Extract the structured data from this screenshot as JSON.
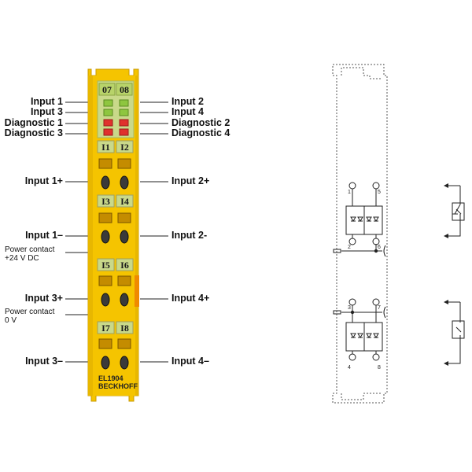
{
  "terminal": {
    "model": "EL1904",
    "brand": "BECKHOFF",
    "badges": {
      "top": [
        "07",
        "08"
      ],
      "ch12": [
        "I1",
        "I2"
      ],
      "ch34": [
        "I3",
        "I4"
      ],
      "ch56": [
        "I5",
        "I6"
      ],
      "ch78": [
        "I7",
        "I8"
      ]
    }
  },
  "labels": {
    "left": {
      "input1": "Input 1",
      "input3": "Input 3",
      "diag1": "Diagnostic 1",
      "diag3": "Diagnostic 3",
      "in1plus": "Input 1+",
      "in1minus": "Input 1–",
      "pc24_line1": "Power contact",
      "pc24_line2": "+24 V DC",
      "in3plus": "Input 3+",
      "pc0_line1": "Power contact",
      "pc0_line2": "0 V",
      "in3minus": "Input 3–"
    },
    "right": {
      "input2": "Input 2",
      "input4": "Input 4",
      "diag2": "Diagnostic 2",
      "diag4": "Diagnostic 4",
      "in2plus": "Input 2+",
      "in2minus": "Input 2-",
      "in4plus": "Input 4+",
      "in4minus": "Input 4–"
    }
  },
  "schematic": {
    "pins": [
      "1",
      "5",
      "2",
      "6",
      "3",
      "7",
      "4",
      "8"
    ]
  },
  "colors": {
    "housing": "#f5c400",
    "housing_dark": "#d9a800",
    "led_green": "#8ec63f",
    "led_red": "#e0312d",
    "line": "#222222"
  }
}
